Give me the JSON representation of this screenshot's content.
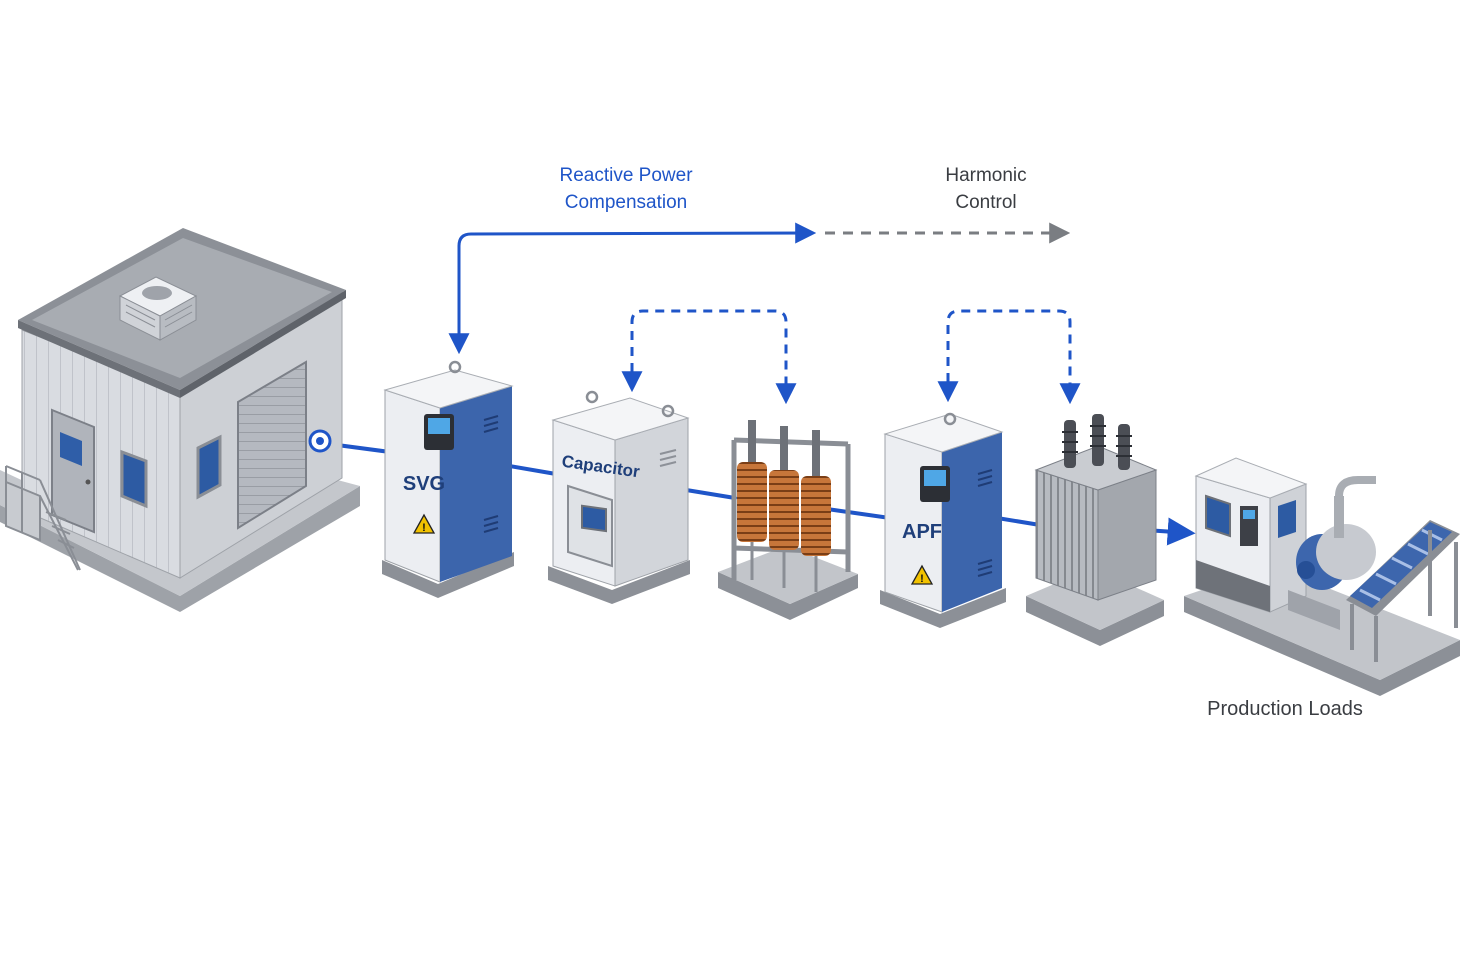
{
  "annotations": {
    "reactive_line1": "Reactive Power",
    "reactive_line2": "Compensation",
    "harmonic_line1": "Harmonic",
    "harmonic_line2": "Control",
    "production_loads": "Production Loads"
  },
  "equipment": {
    "svg_label": "SVG",
    "capacitor_label": "Capacitor",
    "apf_label": "APF"
  },
  "colors": {
    "accent_blue": "#1f55c8",
    "arrow_gray": "#7a7d82",
    "cabinet_front": "#e7eaef",
    "cabinet_side": "#3d66ad",
    "label_navy": "#1f3f7a",
    "copper": "#b8672f",
    "floor": "#b7bbc1"
  },
  "icons": [
    "warning-icon",
    "display-screen-icon",
    "rooftop-fan-icon",
    "connection-node-icon"
  ]
}
